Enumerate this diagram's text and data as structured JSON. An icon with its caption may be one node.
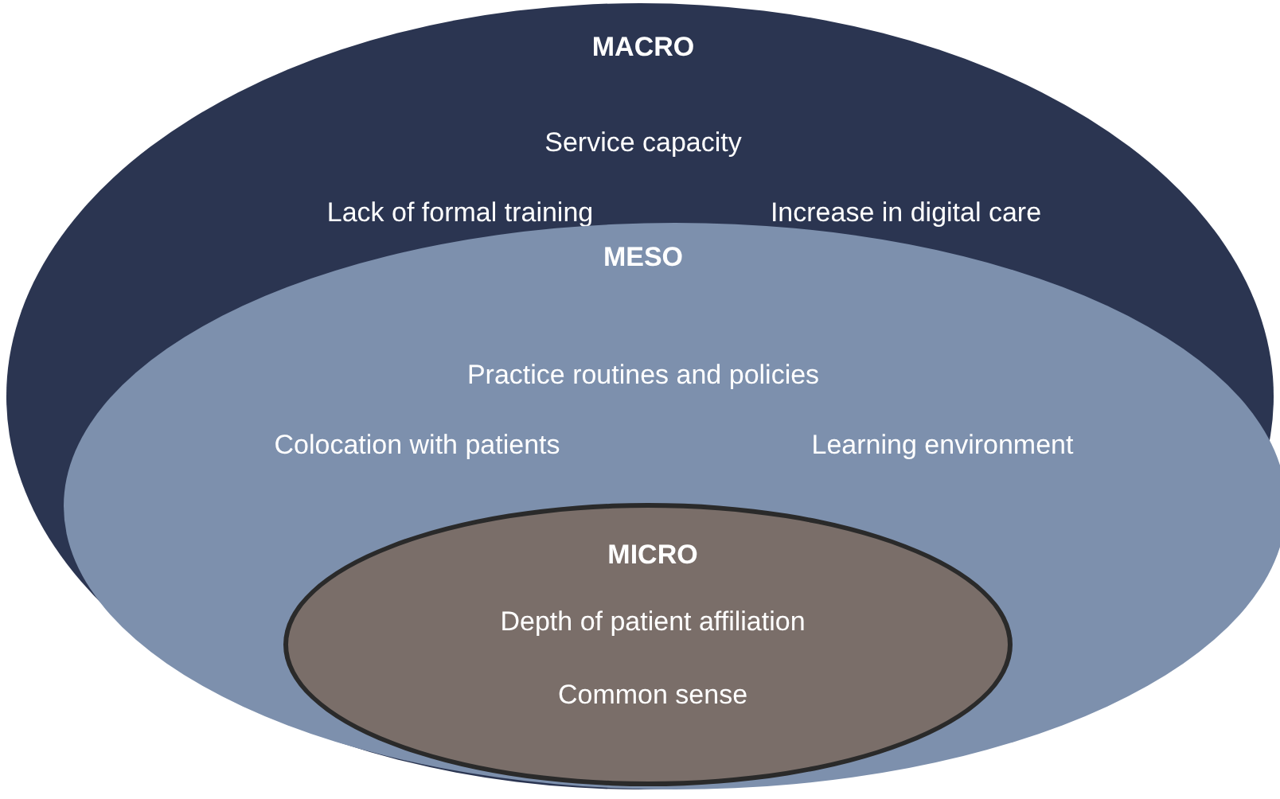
{
  "diagram": {
    "nodes": [
      {
        "text": [
          "MACRO",
          "Service capacity",
          "Lack of formal training",
          "Increase in digital care"
        ]
      },
      {
        "text": [
          "MESO",
          "Practice routines and policies",
          "Colocation with patients",
          "Learning environment"
        ],
        "in": 0
      },
      {
        "text": [
          "MICRO",
          "Depth of patient affiliation",
          "Common sense"
        ],
        "in": 1
      }
    ]
  }
}
